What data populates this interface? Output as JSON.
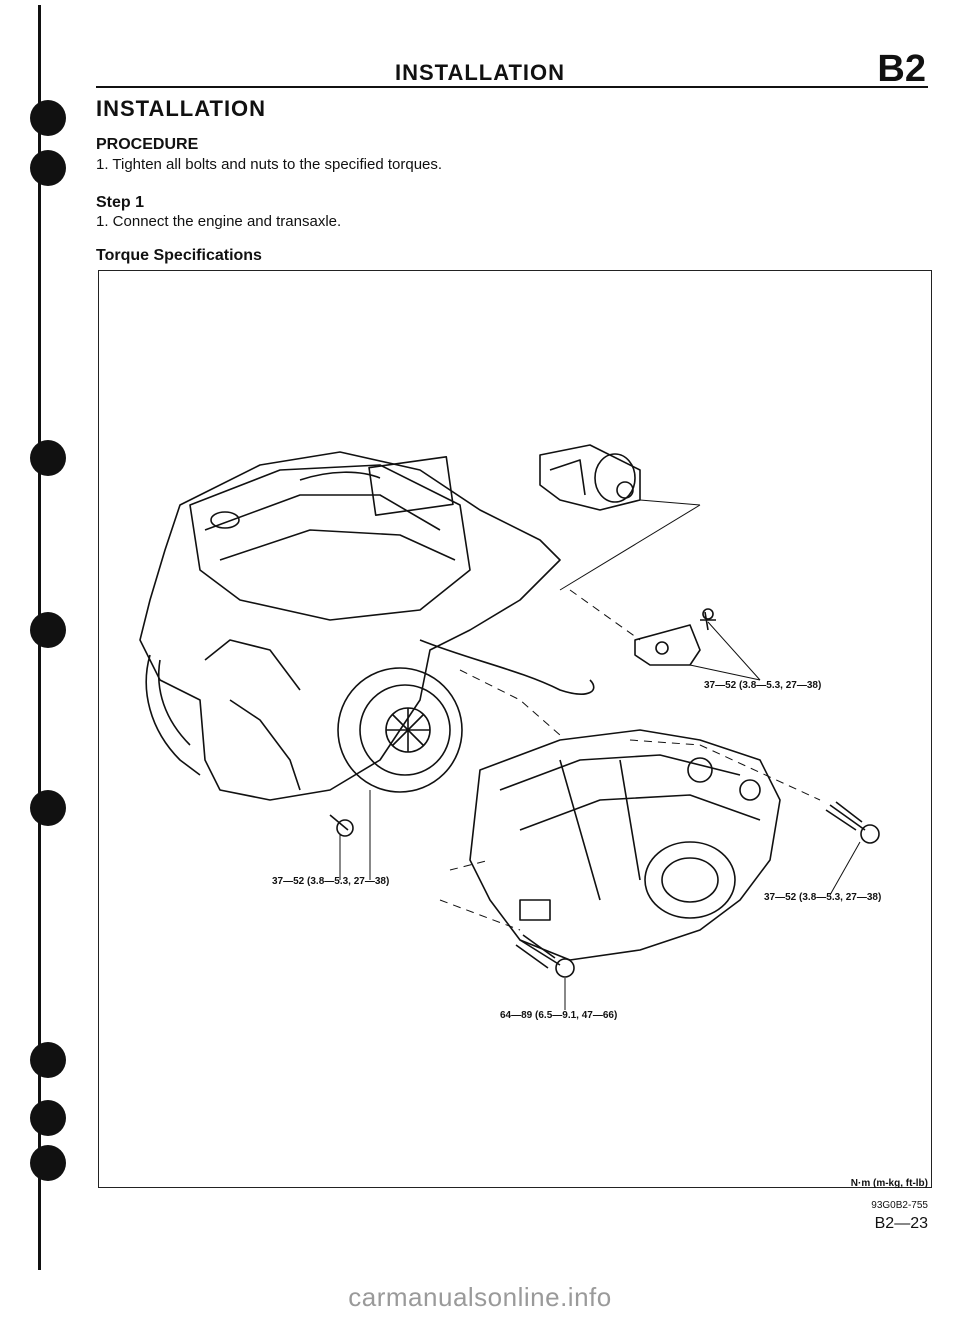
{
  "header": {
    "title": "INSTALLATION",
    "section_code": "B2"
  },
  "section": {
    "title": "INSTALLATION"
  },
  "procedure": {
    "heading": "PROCEDURE",
    "item": "1. Tighten all bolts and nuts to the specified torques."
  },
  "step": {
    "heading": "Step 1",
    "item": "1. Connect the engine and transaxle."
  },
  "torque_specs": {
    "heading": "Torque Specifications",
    "labels": [
      "37—52 (3.8—5.3, 27—38)",
      "37—52 (3.8—5.3, 27—38)",
      "37—52 (3.8—5.3, 27—38)",
      "64—89 (6.5—9.1, 47—66)"
    ],
    "unit_note": "N·m (m-kg, ft-lb)",
    "figure_code": "93G0B2-755"
  },
  "footer": {
    "page_number": "B2—23",
    "watermark": "carmanualsonline.info"
  }
}
